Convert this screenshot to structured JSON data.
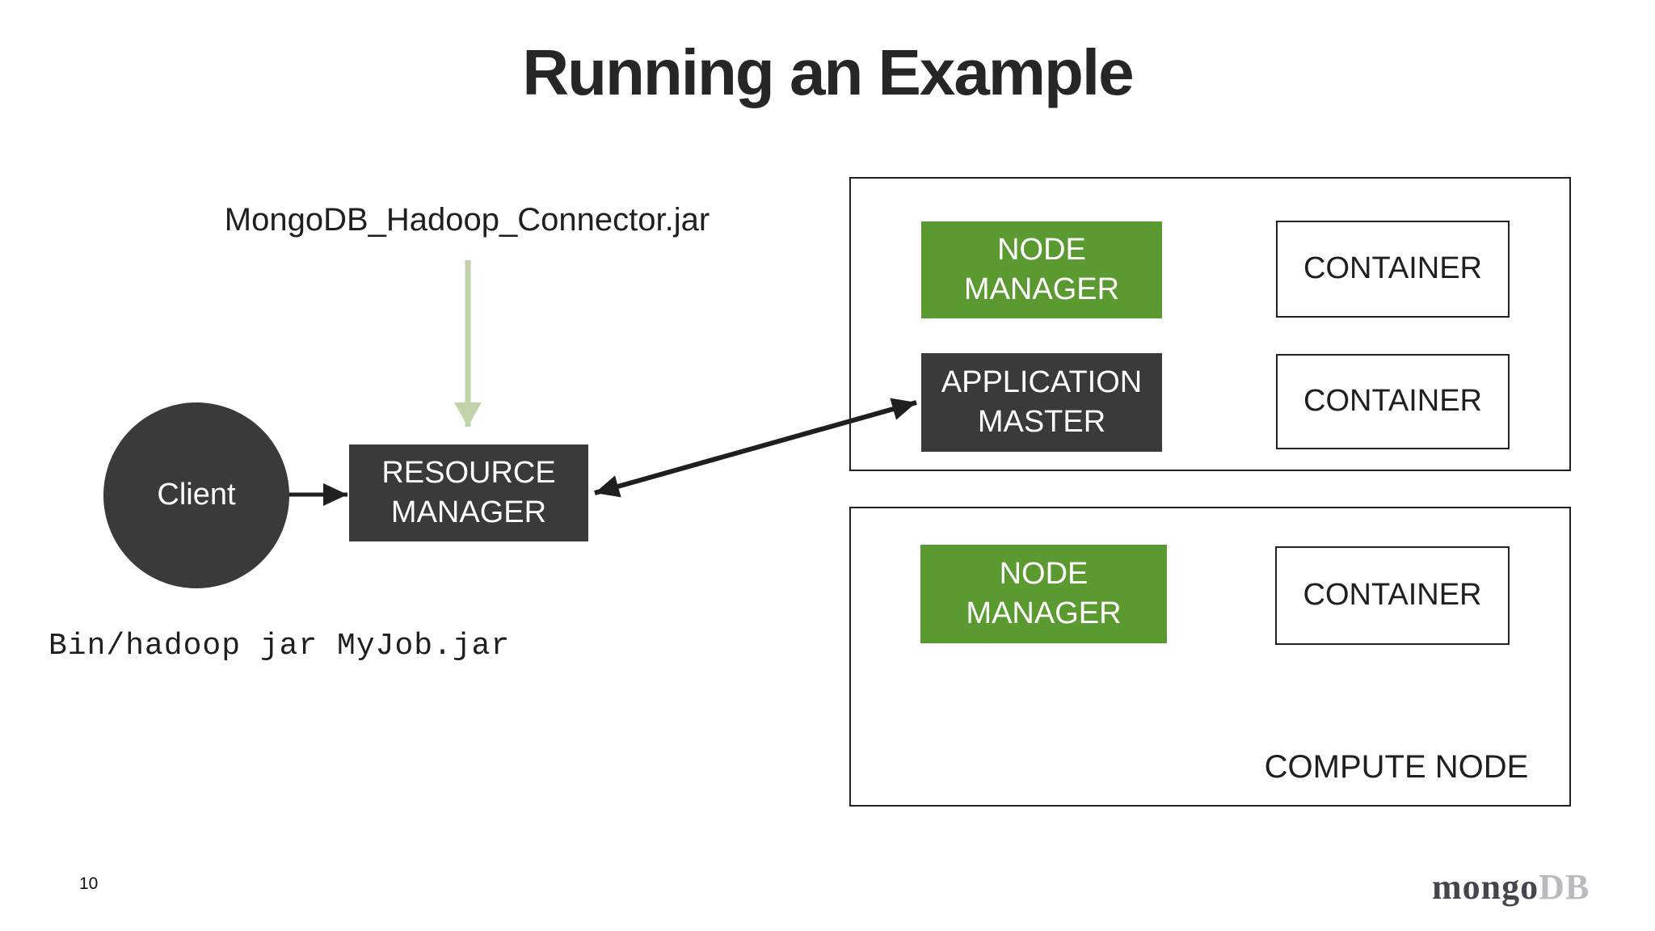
{
  "title": "Running an Example",
  "connector_label": "MongoDB_Hadoop_Connector.jar",
  "command_text": "Bin/hadoop jar MyJob.jar",
  "client": {
    "label": "Client"
  },
  "resource_manager": {
    "label": "RESOURCE\nMANAGER"
  },
  "compute_node_top": {
    "node_manager": "NODE\nMANAGER",
    "application_master": "APPLICATION\nMASTER",
    "container_1": "CONTAINER",
    "container_2": "CONTAINER"
  },
  "compute_node_bottom": {
    "node_manager": "NODE\nMANAGER",
    "container_1": "CONTAINER",
    "label": "COMPUTE NODE"
  },
  "footer": {
    "page_number": "10",
    "logo_mongo": "mongo",
    "logo_db": "DB"
  },
  "colors": {
    "dark-box": "#3a3a3a",
    "green-box": "#5b9a30",
    "green-arrow": "#c1d3a8",
    "arrow-black": "#1f1f1f",
    "box-border": "#222222",
    "title-text": "#262626",
    "body-text": "#1f1f1f",
    "logo-mongo": "#45454d",
    "logo-db": "#b9b9be"
  }
}
